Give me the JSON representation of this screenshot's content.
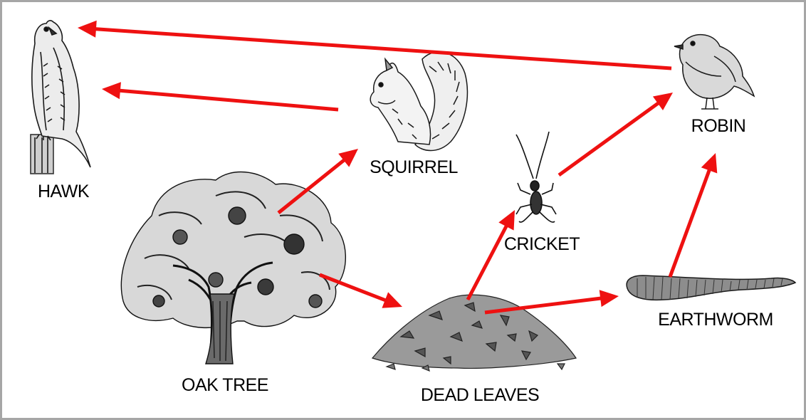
{
  "organisms": {
    "hawk": {
      "label": "HAWK",
      "icon": "hawk-icon"
    },
    "squirrel": {
      "label": "SQUIRREL",
      "icon": "squirrel-icon"
    },
    "oak_tree": {
      "label": "OAK TREE",
      "icon": "oak-tree-icon"
    },
    "cricket": {
      "label": "CRICKET",
      "icon": "cricket-icon"
    },
    "robin": {
      "label": "ROBIN",
      "icon": "robin-icon"
    },
    "dead_leaves": {
      "label": "DEAD LEAVES",
      "icon": "leaf-pile-icon"
    },
    "earthworm": {
      "label": "EARTHWORM",
      "icon": "earthworm-icon"
    }
  },
  "arrows": [
    {
      "from": "OAK TREE",
      "to": "SQUIRREL"
    },
    {
      "from": "OAK TREE",
      "to": "DEAD LEAVES"
    },
    {
      "from": "SQUIRREL",
      "to": "HAWK"
    },
    {
      "from": "ROBIN",
      "to": "HAWK"
    },
    {
      "from": "CRICKET",
      "to": "ROBIN"
    },
    {
      "from": "DEAD LEAVES",
      "to": "CRICKET"
    },
    {
      "from": "DEAD LEAVES",
      "to": "EARTHWORM"
    },
    {
      "from": "EARTHWORM",
      "to": "ROBIN"
    }
  ],
  "colors": {
    "arrow": "#ee1111",
    "border": "#a6a6a6",
    "ink": "#1a1a1a"
  }
}
